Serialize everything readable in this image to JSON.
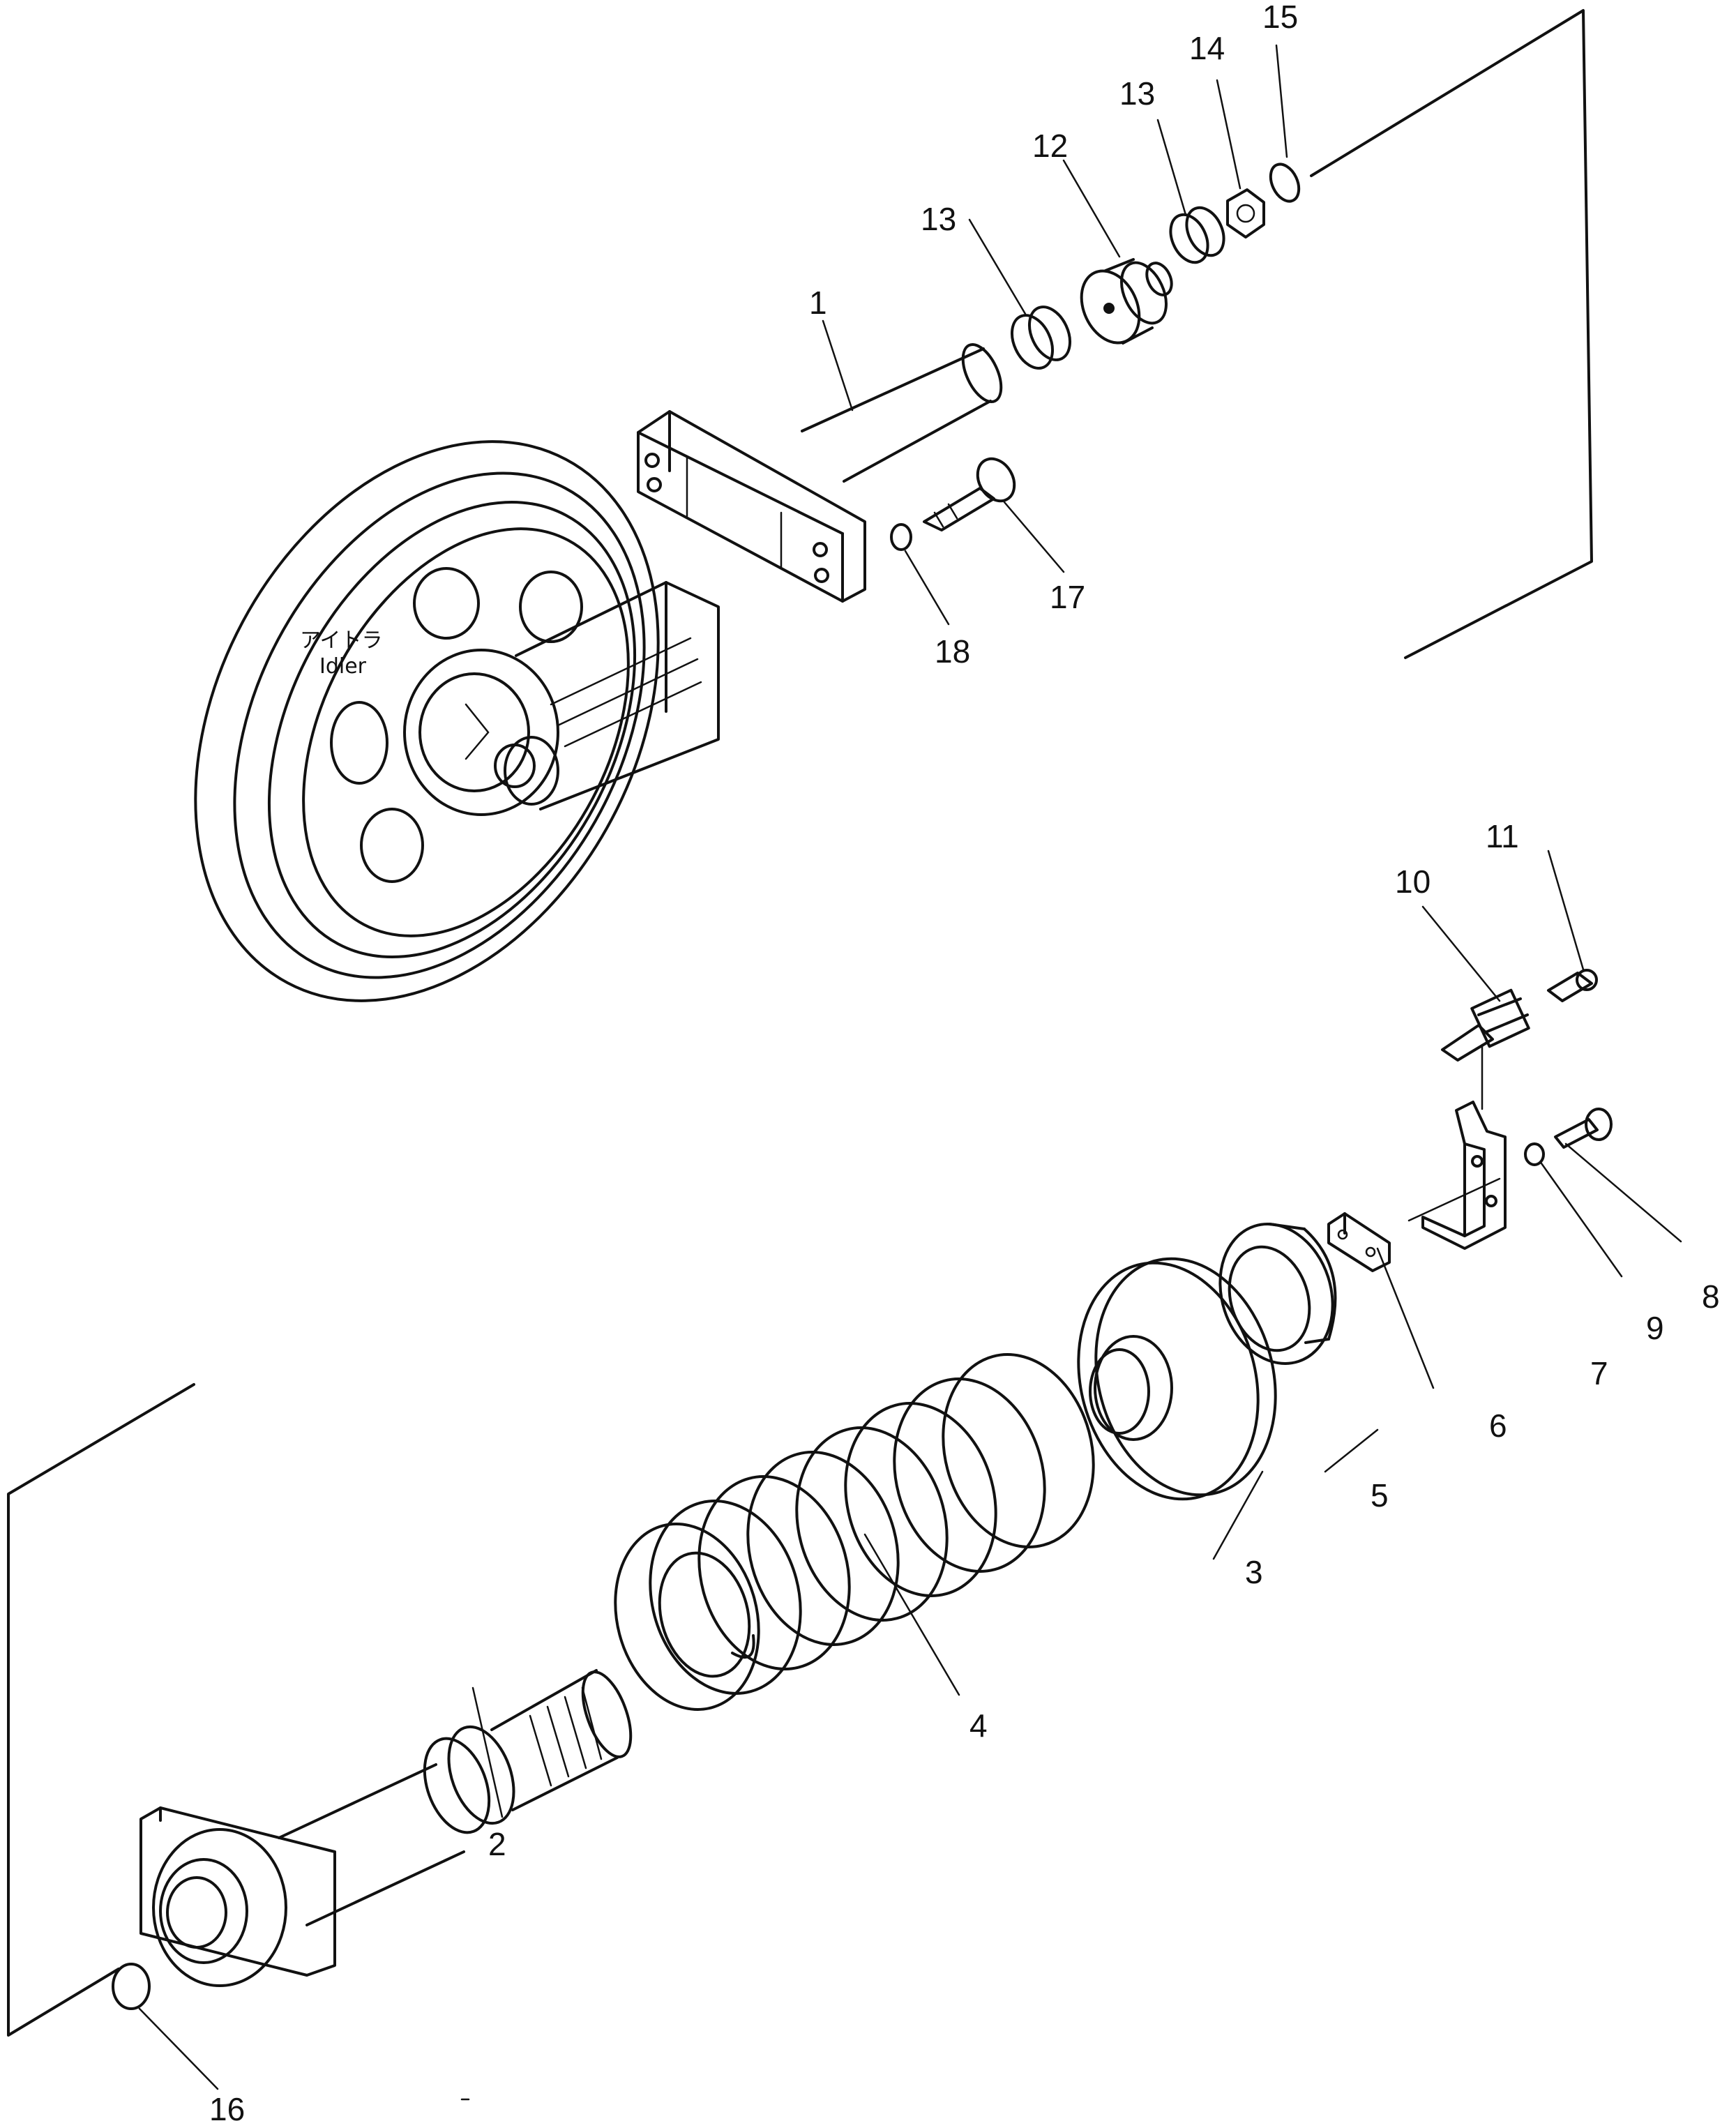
{
  "diagram": {
    "idler_label_jp": "アイトラ",
    "idler_label_en": "Idler",
    "callouts": [
      {
        "id": "c1",
        "text": "1"
      },
      {
        "id": "c2",
        "text": "2"
      },
      {
        "id": "c3",
        "text": "3"
      },
      {
        "id": "c4",
        "text": "4"
      },
      {
        "id": "c5",
        "text": "5"
      },
      {
        "id": "c6",
        "text": "6"
      },
      {
        "id": "c7",
        "text": "7"
      },
      {
        "id": "c8",
        "text": "8"
      },
      {
        "id": "c9",
        "text": "9"
      },
      {
        "id": "c10",
        "text": "10"
      },
      {
        "id": "c11",
        "text": "11"
      },
      {
        "id": "c12",
        "text": "12"
      },
      {
        "id": "c13a",
        "text": "13"
      },
      {
        "id": "c13b",
        "text": "13"
      },
      {
        "id": "c14",
        "text": "14"
      },
      {
        "id": "c15",
        "text": "15"
      },
      {
        "id": "c16",
        "text": "16"
      },
      {
        "id": "c17",
        "text": "17"
      },
      {
        "id": "c18",
        "text": "18"
      }
    ]
  }
}
